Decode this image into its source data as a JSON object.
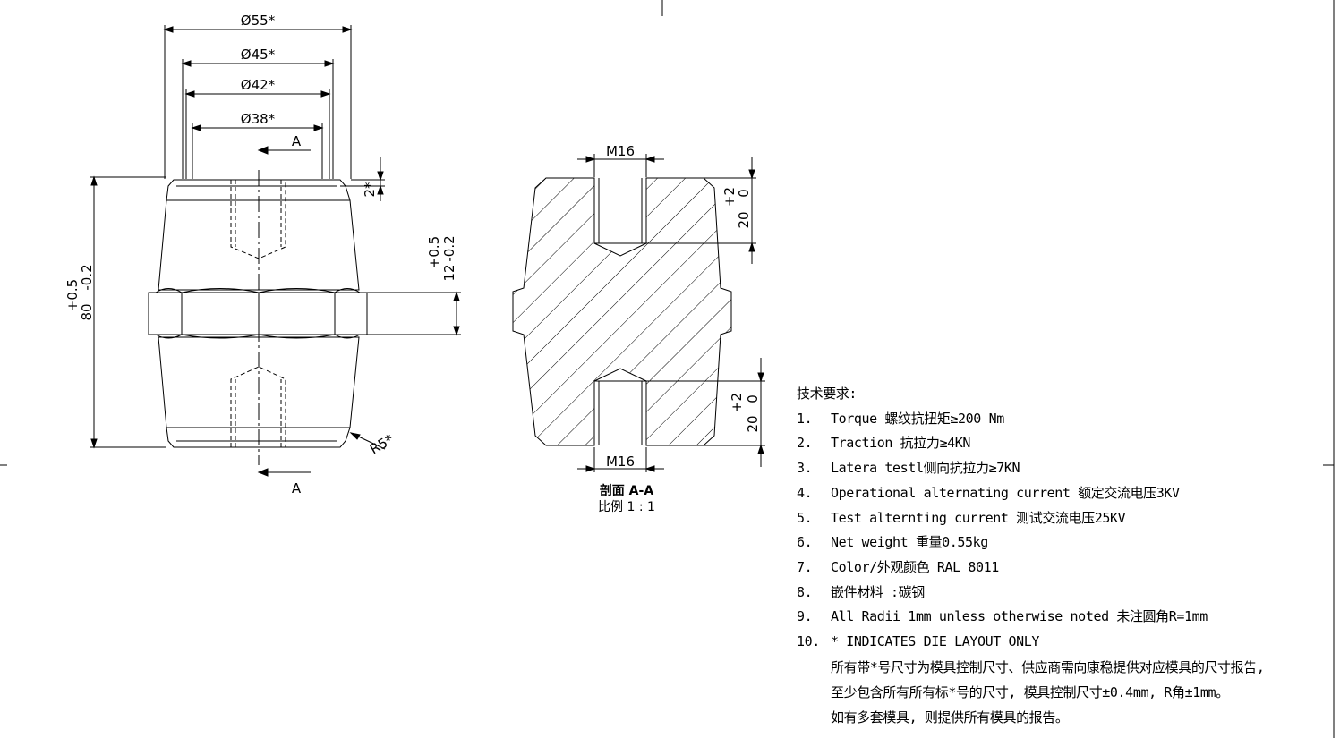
{
  "front_view": {
    "dim_d55": "Ø55*",
    "dim_d45": "Ø45*",
    "dim_d42": "Ø42*",
    "dim_d38": "Ø38*",
    "section_marker_top": "A",
    "section_marker_bottom": "A",
    "dim_2": "2*",
    "dim_80": "80",
    "dim_80_tol_upper": "+0.5",
    "dim_80_tol_lower": "-0.2",
    "dim_12": "12",
    "dim_12_tol_upper": "+0.5",
    "dim_12_tol_lower": "-0.2",
    "radius": "R5*"
  },
  "section_view": {
    "thread_top": "M16",
    "thread_bottom": "M16",
    "depth_top": "20",
    "depth_top_tol_upper": "+2",
    "depth_top_tol_lower": "0",
    "depth_bottom": "20",
    "depth_bottom_tol_upper": "+2",
    "depth_bottom_tol_lower": "0",
    "title": "剖面 A-A",
    "scale": "比例 1 : 1"
  },
  "notes": {
    "heading": "技术要求:",
    "items": [
      {
        "num": "1.",
        "text": "Torque 螺纹抗扭矩≥200 Nm"
      },
      {
        "num": "2.",
        "text": "Traction 抗拉力≥4KN"
      },
      {
        "num": "3.",
        "text": "Latera testl侧向抗拉力≥7KN"
      },
      {
        "num": "4.",
        "text": "Operational alternating current 额定交流电压3KV"
      },
      {
        "num": "5.",
        "text": "Test alternting current 测试交流电压25KV"
      },
      {
        "num": "6.",
        "text": "Net weight 重量0.55kg"
      },
      {
        "num": "7.",
        "text": "Color/外观颜色 RAL 8011"
      },
      {
        "num": "8.",
        "text": "嵌件材料  :碳钢"
      },
      {
        "num": "9.",
        "text": "All Radii 1mm unless otherwise noted 未注圆角R=1mm"
      },
      {
        "num": "10.",
        "text": "* INDICATES DIE LAYOUT ONLY"
      }
    ],
    "continuation": [
      "所有带*号尺寸为模具控制尺寸、供应商需向康稳提供对应模具的尺寸报告,",
      "至少包含所有所有标*号的尺寸, 模具控制尺寸±0.4mm, R角±1mm。",
      "如有多套模具, 则提供所有模具的报告。"
    ]
  }
}
